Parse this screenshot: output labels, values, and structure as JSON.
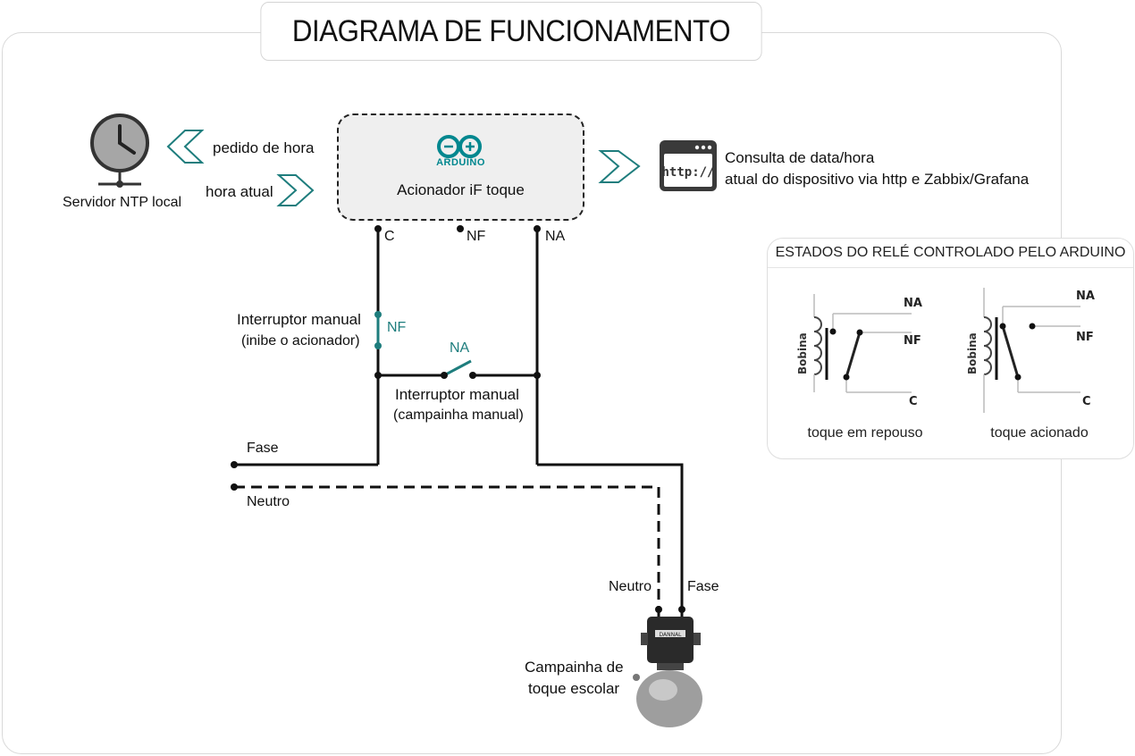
{
  "title": "DIAGRAMA DE FUNCIONAMENTO",
  "ntp": {
    "label": "Servidor NTP local",
    "request": "pedido de hora",
    "response": "hora atual"
  },
  "controller": {
    "logo_text": "ARDUINO",
    "label": "Acionador iF toque",
    "terminals": {
      "c": "C",
      "nf": "NF",
      "na": "NA"
    }
  },
  "http": {
    "icon_text": "http://",
    "line1": "Consulta de data/hora",
    "line2": "atual do dispositivo via http e Zabbix/Grafana"
  },
  "switch_nf": {
    "title": "Interruptor manual",
    "subtitle": "(inibe o acionador)",
    "contact": "NF"
  },
  "switch_na": {
    "title": "Interruptor manual",
    "subtitle": "(campainha manual)",
    "contact": "NA"
  },
  "mains": {
    "phase": "Fase",
    "neutral": "Neutro"
  },
  "bell": {
    "neutral": "Neutro",
    "phase": "Fase",
    "line1": "Campainha de",
    "line2": "toque escolar",
    "brand": "DANNAL"
  },
  "relay_states": {
    "title": "ESTADOS DO RELÉ CONTROLADO PELO ARDUINO",
    "coil": "Bobina",
    "na": "NA",
    "nf": "NF",
    "c": "C",
    "rest_caption": "toque em repouso",
    "active_caption": "toque acionado"
  },
  "colors": {
    "teal": "#1e7d7d",
    "arduino": "#00878f",
    "wire": "#111111"
  }
}
